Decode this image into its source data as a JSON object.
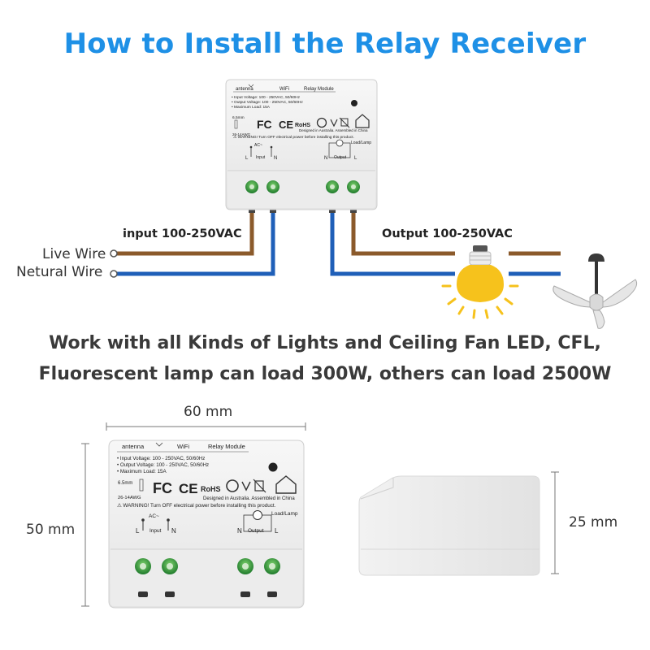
{
  "title": "How to Install the Relay Receiver",
  "wires": {
    "live_label": "Live Wire",
    "neutral_label": "Netural Wire",
    "input_label": "input 100-250VAC",
    "output_label": "Output 100-250VAC",
    "live_color": "#8b5a2b",
    "neutral_color": "#1f5fb8"
  },
  "caption": {
    "line1": "Work with all Kinds of Lights and Ceiling Fan LED, CFL,",
    "line2": "Fluorescent lamp can load 300W, others can load 2500W"
  },
  "dimensions": {
    "width": "60 mm",
    "height": "50 mm",
    "depth": "25 mm"
  },
  "module": {
    "header_antenna": "antenna",
    "header_wifi": "WiFi",
    "header_name": "Relay Module",
    "spec1": "• Input Voltage: 100 - 250VAC, 50/60Hz",
    "spec2": "• Output Voltage: 100 - 250VAC, 50/60Hz",
    "spec3": "• Maximum Load: 15A",
    "strip_length": "6.5mm",
    "awg": "26-14AWG",
    "cert_fc": "FC",
    "cert_ce": "CE",
    "cert_rohs": "RoHS",
    "designed": "Designed in Australia. Assembled in China",
    "warning": "⚠ WARNING! Turn OFF electrical power before installing this product.",
    "ac": "AC~",
    "input": "Input",
    "output": "Output",
    "load_lamp": "Load/Lamp",
    "L": "L",
    "N": "N"
  },
  "colors": {
    "accent": "#1e90e6",
    "bulb_yellow": "#f6c21c",
    "module_white": "#f4f4f4"
  },
  "icons": [
    "antenna-icon",
    "recycle-icon",
    "weee-bin-icon",
    "house-icon",
    "lamp-symbol-icon",
    "light-bulb-icon",
    "ceiling-fan-icon"
  ]
}
